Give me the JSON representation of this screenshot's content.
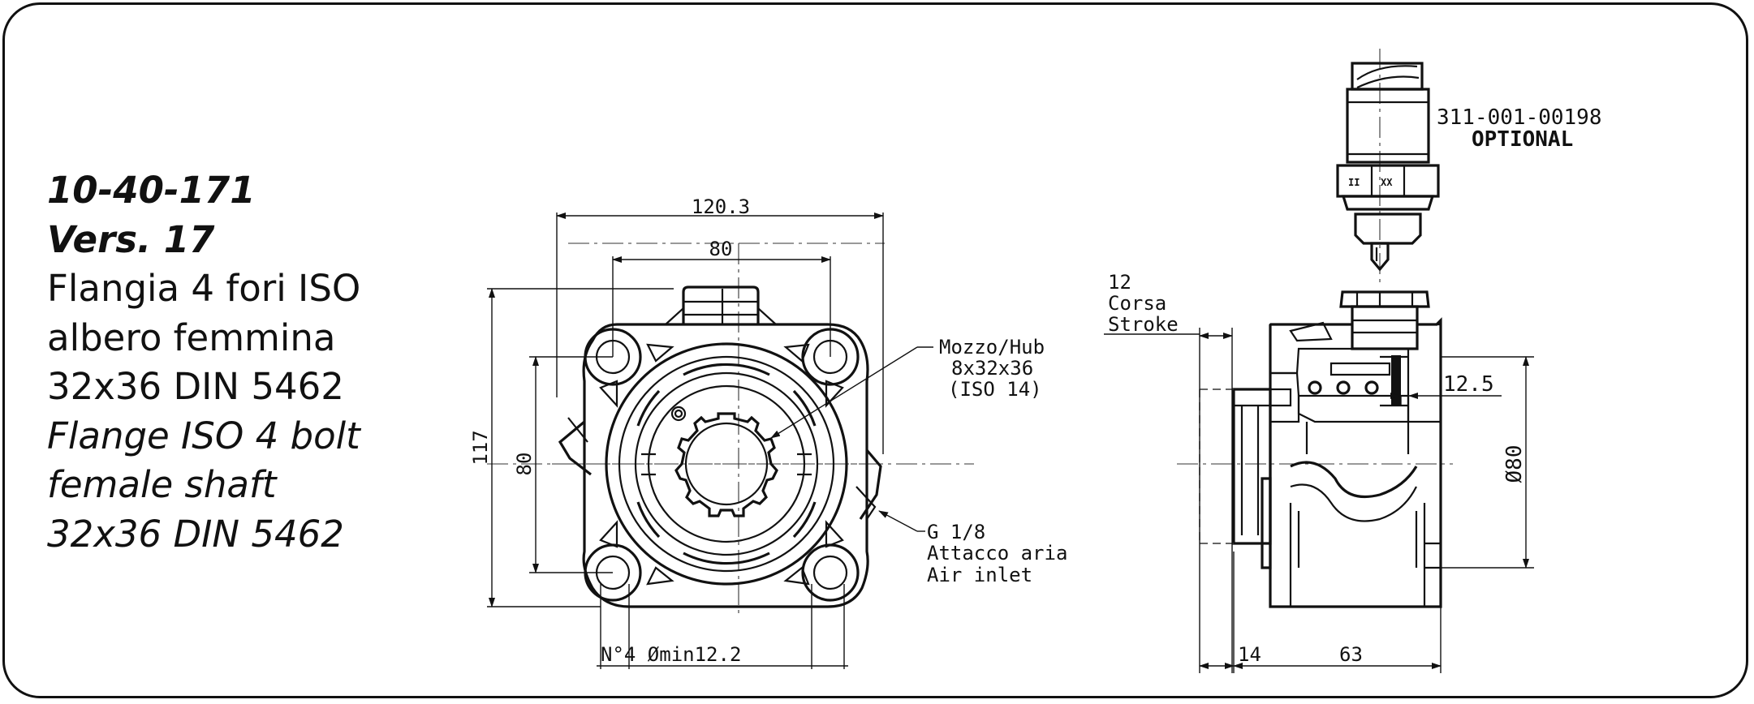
{
  "title": {
    "code": "10-40-171",
    "version": "Vers. 17",
    "lines_it": [
      "Flangia 4 fori ISO",
      "albero femmina",
      "32x36 DIN 5462"
    ],
    "lines_en": [
      "Flange ISO 4 bolt",
      "female shaft"
    ],
    "last_line": "32x36 DIN 5462"
  },
  "front_view": {
    "dim_width": "120.3",
    "dim_bolt_h": "80",
    "dim_height": "117",
    "dim_bolt_v": "80",
    "holes_label": "N°4 Ømin12.2",
    "hub_label": [
      "Mozzo/Hub",
      "8x32x36",
      "(ISO 14)"
    ],
    "air_label": [
      "G 1/8",
      "Attacco aria",
      "Air inlet"
    ]
  },
  "side_view": {
    "sensor_code": "311-001-00198",
    "sensor_note": "OPTIONAL",
    "stroke_label": [
      "12",
      "Corsa",
      "Stroke"
    ],
    "dim_12_5": "12.5",
    "dim_diam": "Ø80",
    "dim_14": "14",
    "dim_63": "63",
    "hex_marks": [
      "II",
      "XX"
    ]
  }
}
